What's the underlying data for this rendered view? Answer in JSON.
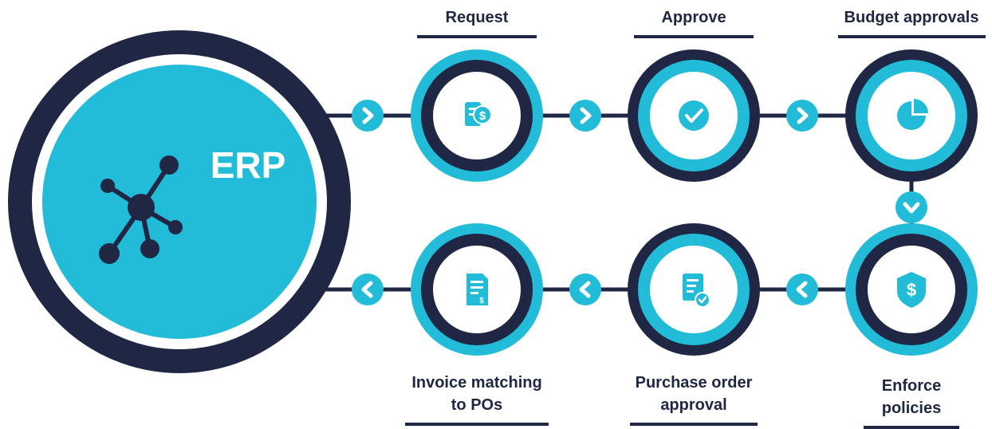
{
  "hub": {
    "label": "ERP",
    "icon": "network-nodes-icon"
  },
  "steps": [
    {
      "id": "request",
      "lines": [
        "Request"
      ],
      "icon": "invoice-dollar-icon"
    },
    {
      "id": "approve",
      "lines": [
        "Approve"
      ],
      "icon": "checkmark-circle-icon"
    },
    {
      "id": "budget-approvals",
      "lines": [
        "Budget approvals"
      ],
      "icon": "pie-chart-icon"
    },
    {
      "id": "enforce-policies",
      "lines": [
        "Enforce",
        "policies"
      ],
      "icon": "shield-dollar-icon"
    },
    {
      "id": "purchase-order-approval",
      "lines": [
        "Purchase order",
        "approval"
      ],
      "icon": "document-check-icon"
    },
    {
      "id": "invoice-matching",
      "lines": [
        "Invoice matching",
        "to POs"
      ],
      "icon": "receipt-dollar-icon"
    }
  ],
  "arrows": [
    "right",
    "right",
    "right",
    "down",
    "left",
    "left",
    "left"
  ],
  "colors": {
    "navy": "#1f2744",
    "cyan": "#22bbd8",
    "white": "#ffffff"
  }
}
